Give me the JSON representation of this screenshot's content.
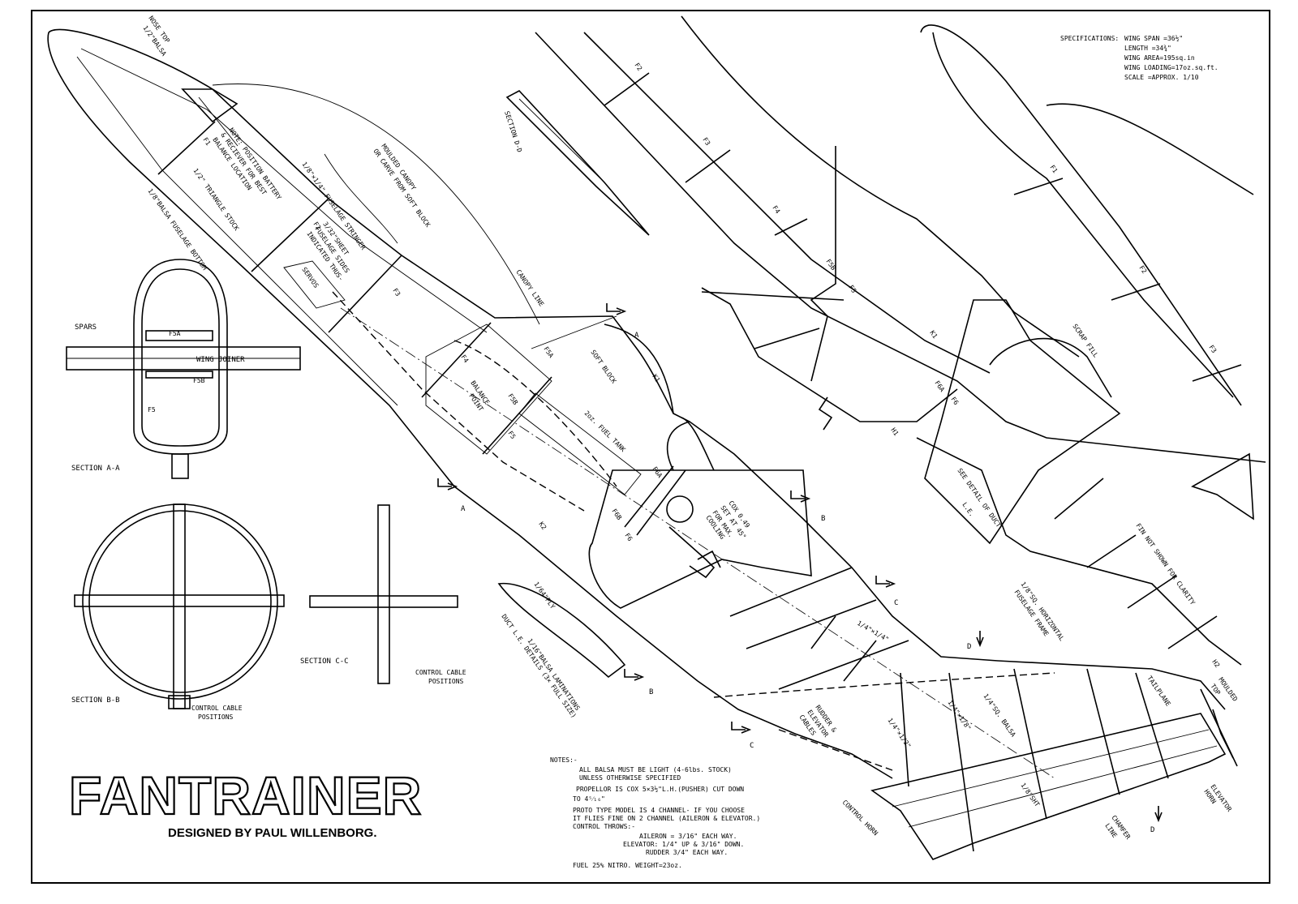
{
  "title": "FANTRAINER",
  "subtitle": "DESIGNED BY PAUL WILLENBORG.",
  "specifications": {
    "heading": "SPECIFICATIONS:",
    "lines": [
      "WING SPAN =36½\"",
      "LENGTH =34¾\"",
      "WING AREA=195sq.in",
      "WING LOADING=17oz.sq.ft.",
      "SCALE =APPROX. 1/10"
    ]
  },
  "notes": {
    "heading": "NOTES:-",
    "lines": [
      "ALL BALSA MUST BE LIGHT (4-6lbs. STOCK)",
      "UNLESS OTHERWISE SPECIFIED",
      "PROPELLOR IS COX 5×3½\"L.H.(PUSHER) CUT DOWN",
      "TO 4⁵⁄₁₆\"",
      "PROTO TYPE MODEL IS 4 CHANNEL- IF YOU CHOOSE",
      "IT FLIES FINE ON 2 CHANNEL (AILERON & ELEVATOR.)",
      "CONTROL THROWS:-",
      "AILERON = 3/16\" EACH WAY.",
      "ELEVATOR: 1/4\" UP & 3/16\" DOWN.",
      "RUDDER 3/4\" EACH WAY.",
      "FUEL 25% NITRO.      WEIGHT=23oz."
    ]
  },
  "sections": {
    "aa": {
      "title": "SECTION A-A",
      "spars": "SPARS",
      "wing_joiner": "WING JOINER",
      "f5a": "F5A",
      "f5b": "F5B",
      "f5": "F5"
    },
    "bb": {
      "title": "SECTION B-B",
      "cable_1": "CONTROL CABLE",
      "cable_2": "POSITIONS"
    },
    "cc": {
      "title": "SECTION C-C",
      "cable_1": "CONTROL CABLE",
      "cable_2": "POSITIONS"
    },
    "dd": {
      "title": "SECTION D-D"
    }
  },
  "fuselage_labels": {
    "nose_top_1": "NOSE TOP",
    "nose_top_2": "1/2\"BALSA",
    "note_1": "NOTE: POSITION BATTERY",
    "note_2": "& RECIEVER FOR BEST",
    "note_3": "BALANCE LOCATION",
    "triangle": "1/2\" TRIANGLE STOCK",
    "bottom": "1/8\"BALSA FUSELAGE BOTTOM",
    "stringer": "1/8\"×1/4\" FUSELAGE STRINGER",
    "sides_1": "3/32\"SHEET",
    "sides_2": "FUSELAGE SIDES",
    "sides_3": "INDICATED THUS-",
    "servos": "SERVOS",
    "canopy_1": "MOULDED CANOPY",
    "canopy_2": "OR CARVE FROM SOFT BLOCK",
    "canopy_line": "CANOPY LINE",
    "soft_block": "SOFT BLOCK",
    "balance_1": "BALANCE",
    "balance_2": "POINT",
    "fuel_tank": "2oz. FUEL TANK",
    "engine_1": "COX 0.49",
    "engine_2": "SET AT 45°",
    "engine_3": "FOR MAX.",
    "engine_4": "COOLING",
    "ply": "1/64\"PLY",
    "duct_le_1": "DUCT L.E. DETAILS (3× FULL SIZE)",
    "duct_le_2": "1/16\"BALSA LAMINATIONS",
    "quarter": "1/4\"×1/4\"",
    "rudder_1": "RUDDER &",
    "rudder_2": "ELEVATOR",
    "rudder_3": "CABLES",
    "half": "1/4\"×1/2\"",
    "eighth": "1/4\"×1/8\"",
    "sq_balsa": "1/4\"SQ. BALSA",
    "control_horn": "CONTROL HORN",
    "sht": "1/8\"SHT",
    "chamfer_1": "CHAMFER",
    "chamfer_2": "LINE",
    "elevator_1": "ELEVATOR",
    "elevator_2": "HORN",
    "tailplane": "TAILPLANE",
    "moulded_1": "MOULDED",
    "moulded_2": "TOP",
    "frame_1": "1/8\"SQ. HORIZONTAL",
    "frame_2": "FUSELAGE FRAME",
    "fin": "FIN NOT SHOWN FOR CLARITY",
    "duct_1": "SEE DETAIL OF DUCT",
    "duct_2": "L.E.",
    "scrap": "SCRAP FILL"
  },
  "formers": {
    "f1": "F1",
    "f2": "F2",
    "f3": "F3",
    "f4": "F4",
    "f5": "F5",
    "f5a": "F5A",
    "f5b": "F5B",
    "f6": "F6",
    "f6a": "F6A",
    "f6b": "F6B",
    "k1": "K1",
    "k2": "K2",
    "h1": "H1",
    "h2": "H2"
  },
  "section_markers": {
    "a": "A",
    "b": "B",
    "c": "C",
    "d": "D"
  }
}
